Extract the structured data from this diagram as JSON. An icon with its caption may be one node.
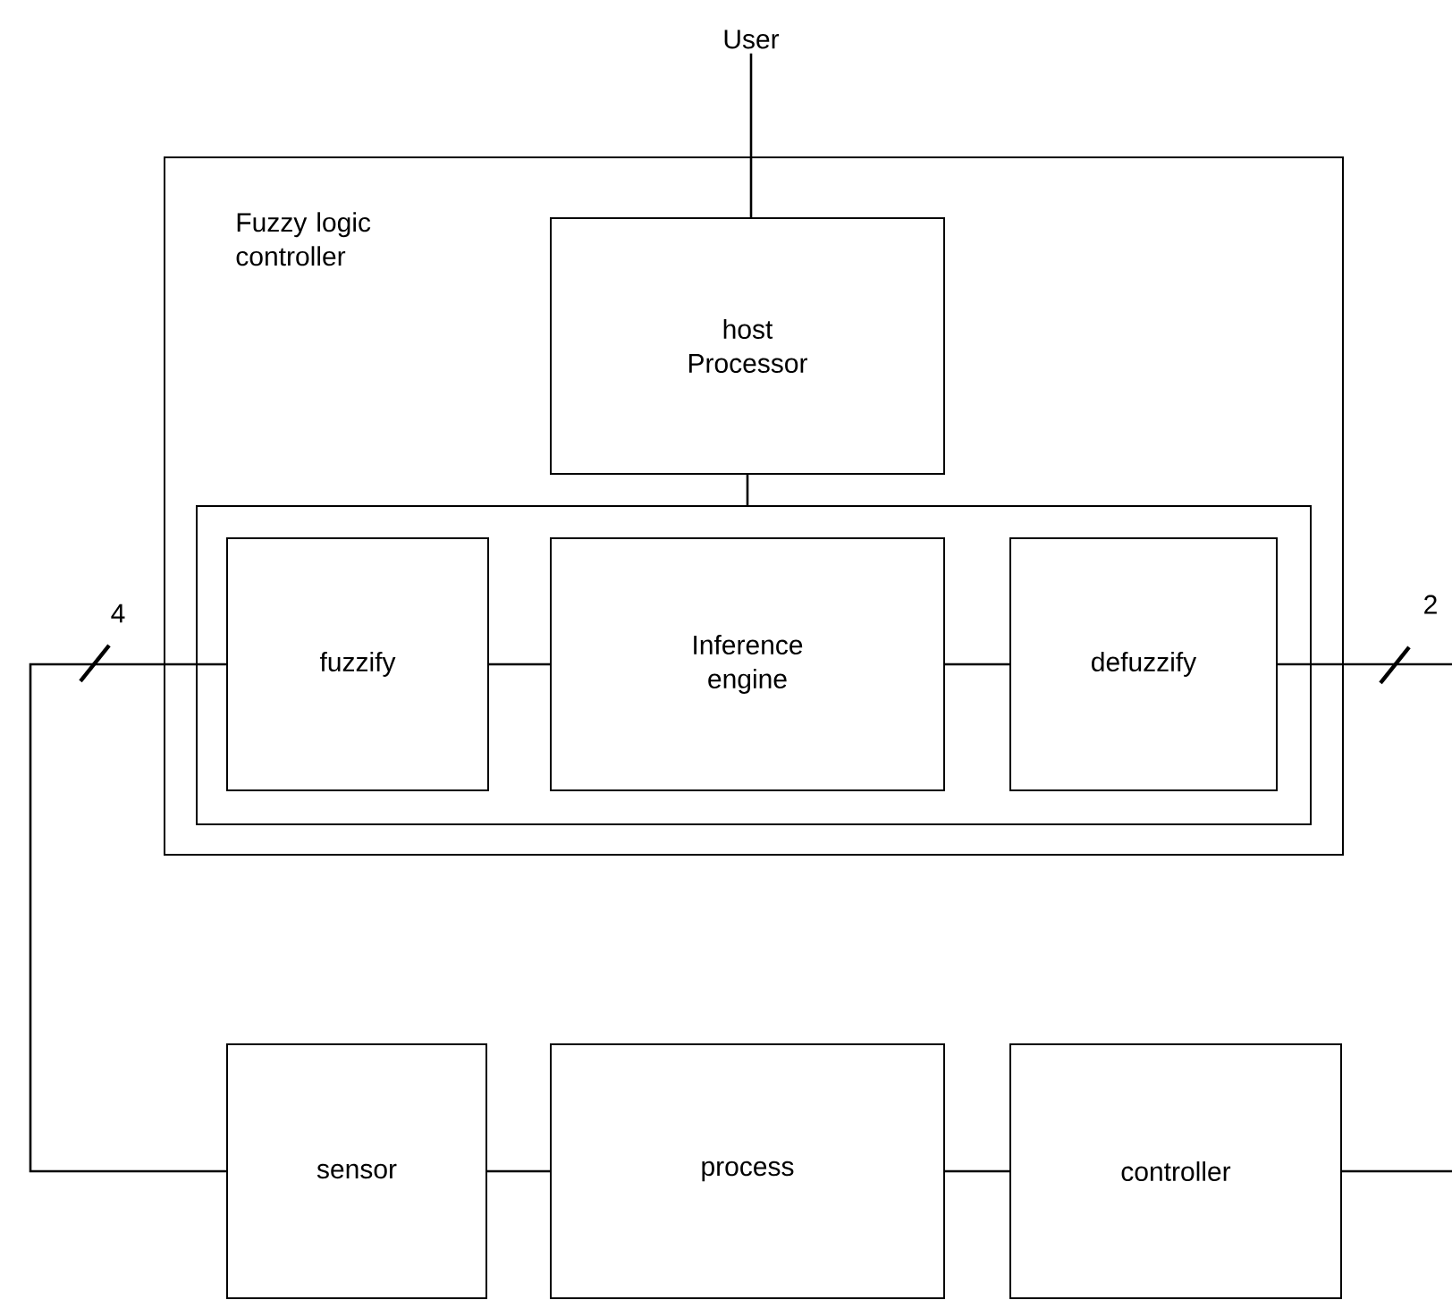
{
  "diagram": {
    "nodes": [
      {
        "text": [
          "Fuzzy logic controller"
        ]
      },
      {
        "text": [
          "host Processor"
        ],
        "in": 0
      },
      {
        "text": [],
        "shape": "box",
        "in": 0
      },
      {
        "text": [
          "fuzzify"
        ],
        "in": 2
      },
      {
        "text": [
          "Inference engine"
        ],
        "in": 2
      },
      {
        "text": [
          "defuzzify"
        ],
        "in": 2
      },
      {
        "text": [
          "sensor"
        ]
      },
      {
        "text": [
          "process"
        ]
      },
      {
        "text": [
          "controller"
        ]
      },
      {
        "text": [
          "User"
        ]
      }
    ],
    "edges": [
      {
        "from": 9,
        "to": 1,
        "arrow": "none"
      },
      {
        "from": 1,
        "to": 2,
        "arrow": "none"
      },
      {
        "from": 3,
        "to": 4,
        "arrow": "none"
      },
      {
        "from": 4,
        "to": 5,
        "arrow": "none"
      },
      {
        "from": 5,
        "to": null,
        "arrow": "none",
        "label": "2"
      },
      {
        "from": 6,
        "to": 3,
        "arrow": "none",
        "label": "4"
      },
      {
        "from": 6,
        "to": 7,
        "arrow": "none"
      },
      {
        "from": 7,
        "to": 8,
        "arrow": "none"
      },
      {
        "from": 8,
        "to": null,
        "arrow": "none"
      }
    ]
  }
}
